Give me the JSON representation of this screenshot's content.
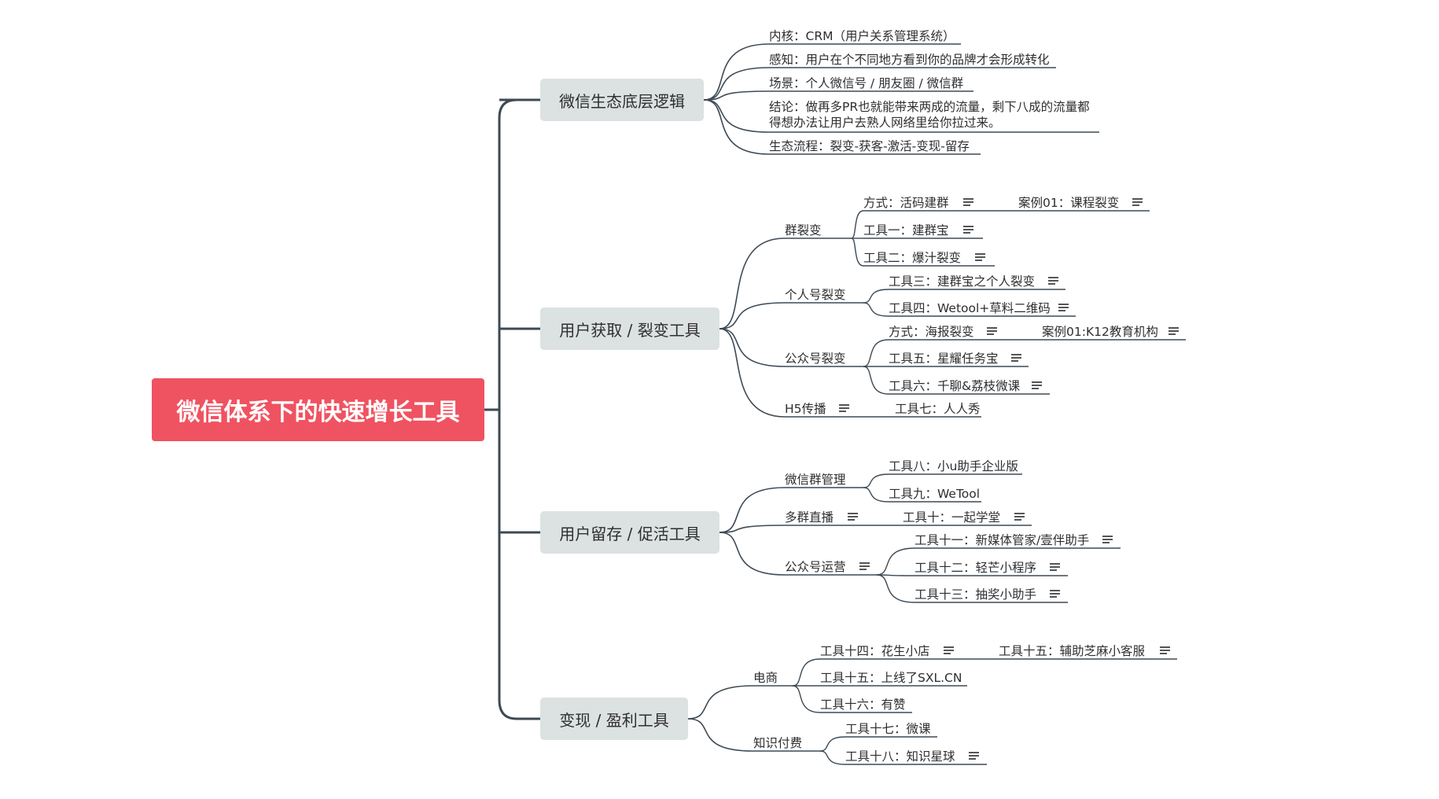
{
  "root": {
    "label": "微信体系下的快速增长工具"
  },
  "branches": [
    {
      "label": "微信生态底层逻辑",
      "children": [
        {
          "label": "内核：CRM（用户关系管理系统）"
        },
        {
          "label": "感知：用户在个不同地方看到你的品牌才会形成转化"
        },
        {
          "label": "场景：个人微信号 / 朋友圈 / 微信群"
        },
        {
          "label": "结论：做再多PR也就能带来两成的流量，剩下八成的流量都得想办法让用户去熟人网络里给你拉过来。"
        },
        {
          "label": "生态流程：裂变-获客-激活-变现-留存"
        }
      ]
    },
    {
      "label": "用户获取 / 裂变工具",
      "children": [
        {
          "label": "群裂变",
          "children": [
            {
              "label": "方式：活码建群",
              "note": true,
              "children": [
                {
                  "label": "案例01：课程裂变",
                  "note": true
                }
              ]
            },
            {
              "label": "工具一：建群宝",
              "note": true
            },
            {
              "label": "工具二：爆汁裂变",
              "note": true
            }
          ]
        },
        {
          "label": "个人号裂变",
          "children": [
            {
              "label": "工具三：建群宝之个人裂变",
              "note": true
            },
            {
              "label": "工具四：Wetool+草料二维码",
              "note": true
            }
          ]
        },
        {
          "label": "公众号裂变",
          "children": [
            {
              "label": "方式：海报裂变",
              "note": true,
              "children": [
                {
                  "label": "案例01:K12教育机构",
                  "note": true
                }
              ]
            },
            {
              "label": "工具五：星耀任务宝",
              "note": true
            },
            {
              "label": "工具六：千聊&荔枝微课",
              "note": true
            }
          ]
        },
        {
          "label": "H5传播",
          "note": true,
          "children": [
            {
              "label": "工具七：人人秀"
            }
          ]
        }
      ]
    },
    {
      "label": "用户留存 / 促活工具",
      "children": [
        {
          "label": "微信群管理",
          "children": [
            {
              "label": "工具八：小u助手企业版"
            },
            {
              "label": "工具九：WeTool"
            }
          ]
        },
        {
          "label": "多群直播",
          "note": true,
          "children": [
            {
              "label": "工具十：一起学堂",
              "note": true
            }
          ]
        },
        {
          "label": "公众号运营",
          "note": true,
          "children": [
            {
              "label": "工具十一：新媒体管家/壹伴助手",
              "note": true
            },
            {
              "label": "工具十二：轻芒小程序",
              "note": true
            },
            {
              "label": "工具十三：抽奖小助手",
              "note": true
            }
          ]
        }
      ]
    },
    {
      "label": "变现 / 盈利工具",
      "children": [
        {
          "label": "电商",
          "children": [
            {
              "label": "工具十四：花生小店",
              "note": true,
              "children": [
                {
                  "label": "工具十五：辅助芝麻小客服",
                  "note": true
                }
              ]
            },
            {
              "label": "工具十五：上线了SXL.CN"
            },
            {
              "label": "工具十六：有赞"
            }
          ]
        },
        {
          "label": "知识付费",
          "children": [
            {
              "label": "工具十七：微课"
            },
            {
              "label": "工具十八：知识星球",
              "note": true
            }
          ]
        }
      ]
    }
  ],
  "colors": {
    "root": "#ef5361",
    "main": "#dce1e2",
    "line": "#3d4a55"
  }
}
